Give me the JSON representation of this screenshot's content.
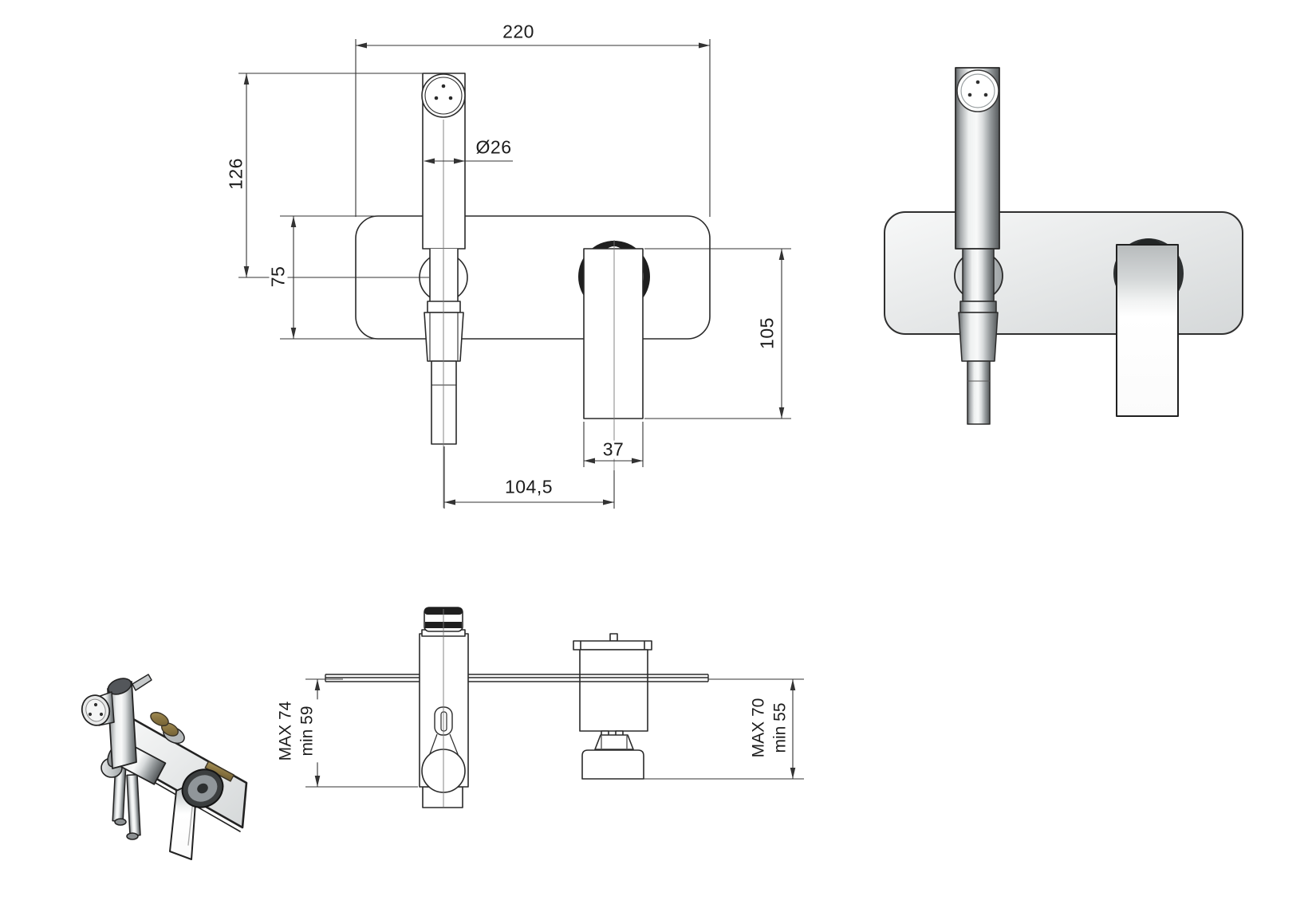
{
  "drawing": {
    "type": "technical-dimension-drawing",
    "subject": "wall-mounted bidet shower mixer set with plate",
    "colors": {
      "line": "#2a2a2a",
      "dimension_line": "#333333",
      "background": "#ffffff",
      "plate_gray": "#d9dbdc",
      "brass_accent": "#8f7a45"
    },
    "dimensions": {
      "plate_width": "220",
      "shower_height": "126",
      "plate_height": "75",
      "head_diameter": "Ø26",
      "lever_length": "105",
      "lever_width": "37",
      "centers_distance": "104,5",
      "shower_projection_max": "MAX 74",
      "shower_projection_min": "min 59",
      "mixer_projection_max": "MAX 70",
      "mixer_projection_min": "min 55"
    }
  }
}
